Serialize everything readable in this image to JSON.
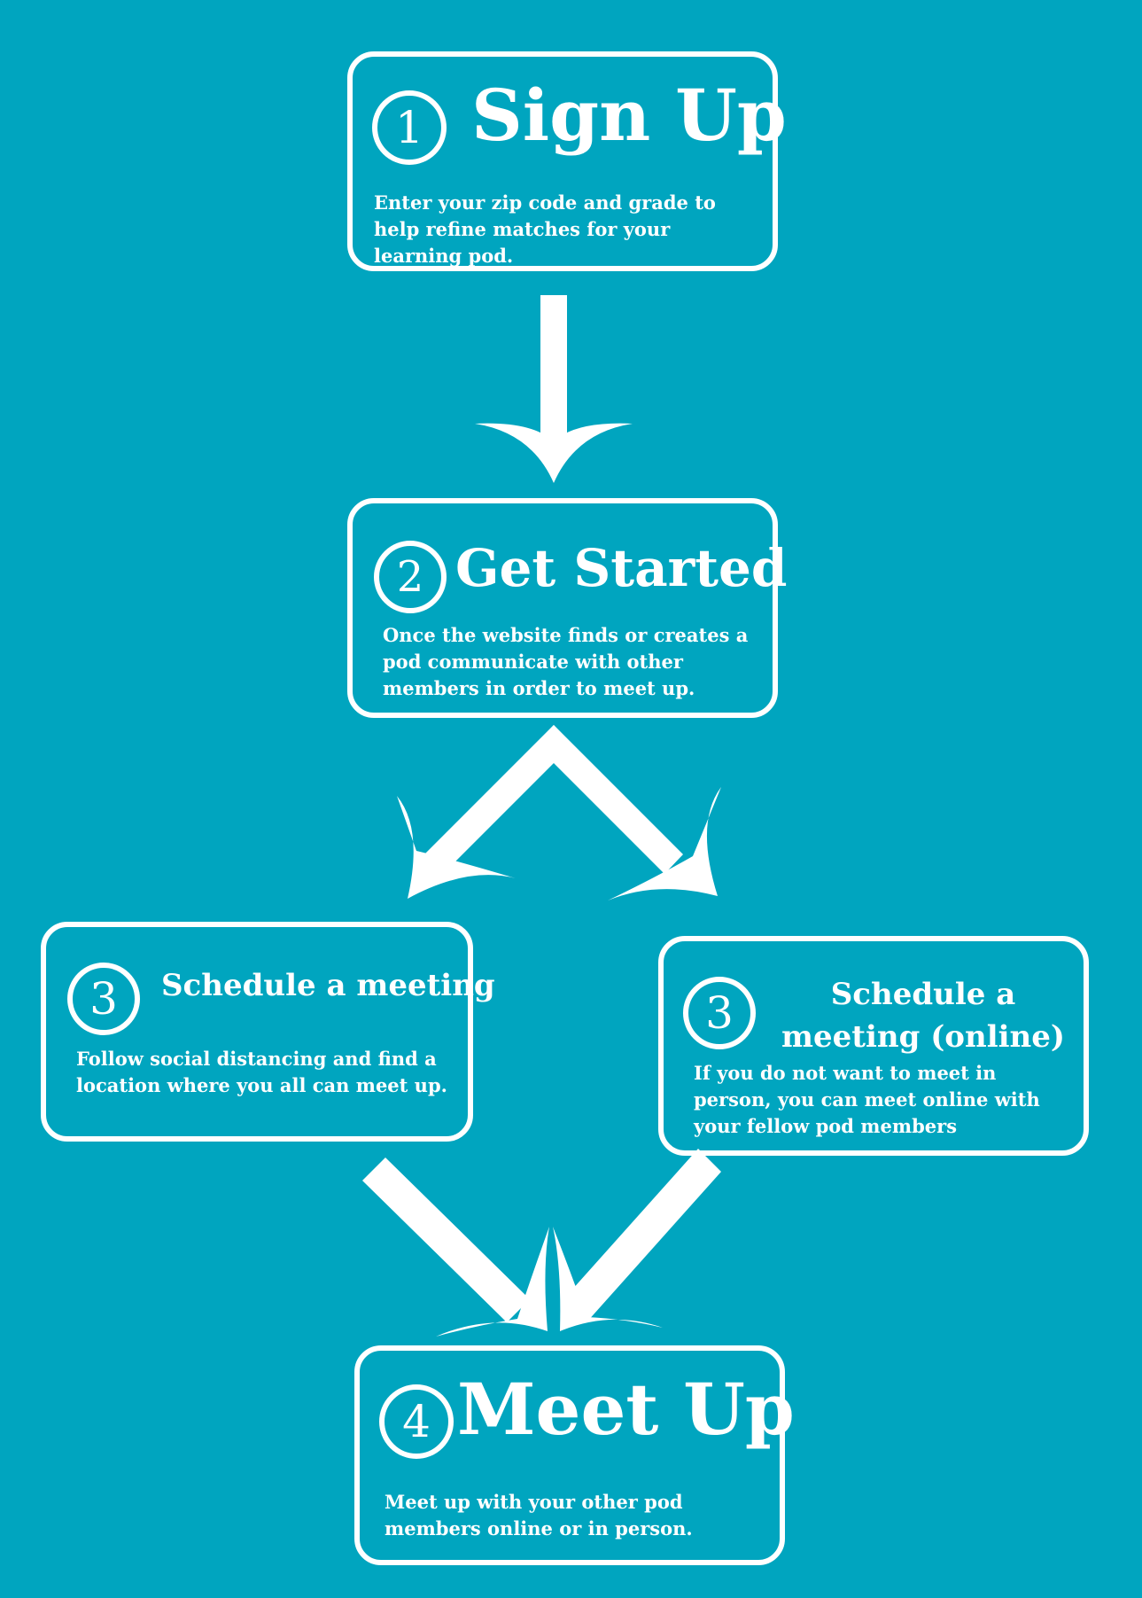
{
  "steps": [
    {
      "number": "1",
      "title": "Sign Up",
      "description": "Enter your zip code and grade to help refine matches for your learning pod."
    },
    {
      "number": "2",
      "title": "Get Started",
      "description": "Once the website finds or creates a pod communicate with other members in order to meet up."
    },
    {
      "number": "3",
      "title": "Schedule a meeting",
      "description": "Follow social distancing and find a location where you all can meet up."
    },
    {
      "number": "3",
      "title": "Schedule a meeting (online)",
      "description": "If you do not want to meet in person, you can meet online with your fellow pod members"
    },
    {
      "number": "4",
      "title": "Meet Up",
      "description": "Meet up with your other pod members online or in person."
    }
  ],
  "colors": {
    "background": "#00a5bf",
    "foreground": "#ffffff"
  }
}
